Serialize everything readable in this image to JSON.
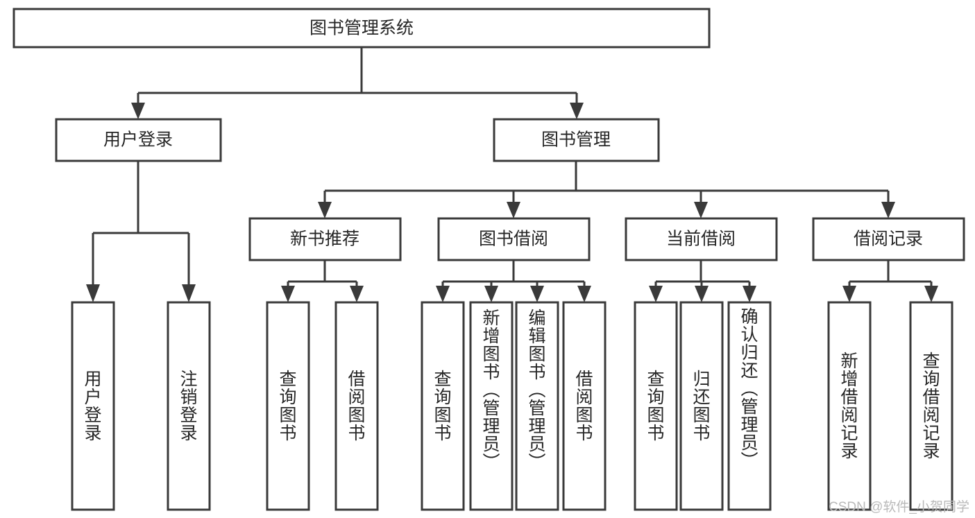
{
  "diagram": {
    "type": "tree-hierarchy",
    "orientation": "top-down",
    "title_node": {
      "label": "图书管理系统"
    },
    "colors": {
      "box_stroke": "#3a3a3a",
      "box_fill": "#ffffff",
      "text": "#262626",
      "connector": "#3a3a3a",
      "background": "#ffffff",
      "watermark": "#b9b9b9"
    },
    "level2": [
      {
        "label": "用户登录"
      },
      {
        "label": "图书管理"
      }
    ],
    "level3": [
      {
        "label": "新书推荐"
      },
      {
        "label": "图书借阅"
      },
      {
        "label": "当前借阅"
      },
      {
        "label": "借阅记录"
      }
    ],
    "leaves": {
      "user_login": [
        {
          "label": "用户登录"
        },
        {
          "label": "注销登录"
        }
      ],
      "new_book_recommend": [
        {
          "label": "查询图书"
        },
        {
          "label": "借阅图书"
        }
      ],
      "book_borrow": [
        {
          "label": "查询图书"
        },
        {
          "label": "新增图书（管理员）"
        },
        {
          "label": "编辑图书（管理员）"
        },
        {
          "label": "借阅图书"
        }
      ],
      "current_borrow": [
        {
          "label": "查询图书"
        },
        {
          "label": "归还图书"
        },
        {
          "label": "确认归还（管理员）"
        }
      ],
      "borrow_record": [
        {
          "label": "新增借阅记录"
        },
        {
          "label": "查询借阅记录"
        }
      ]
    }
  },
  "watermark": {
    "text": "CSDN @软件_小贺同学"
  }
}
